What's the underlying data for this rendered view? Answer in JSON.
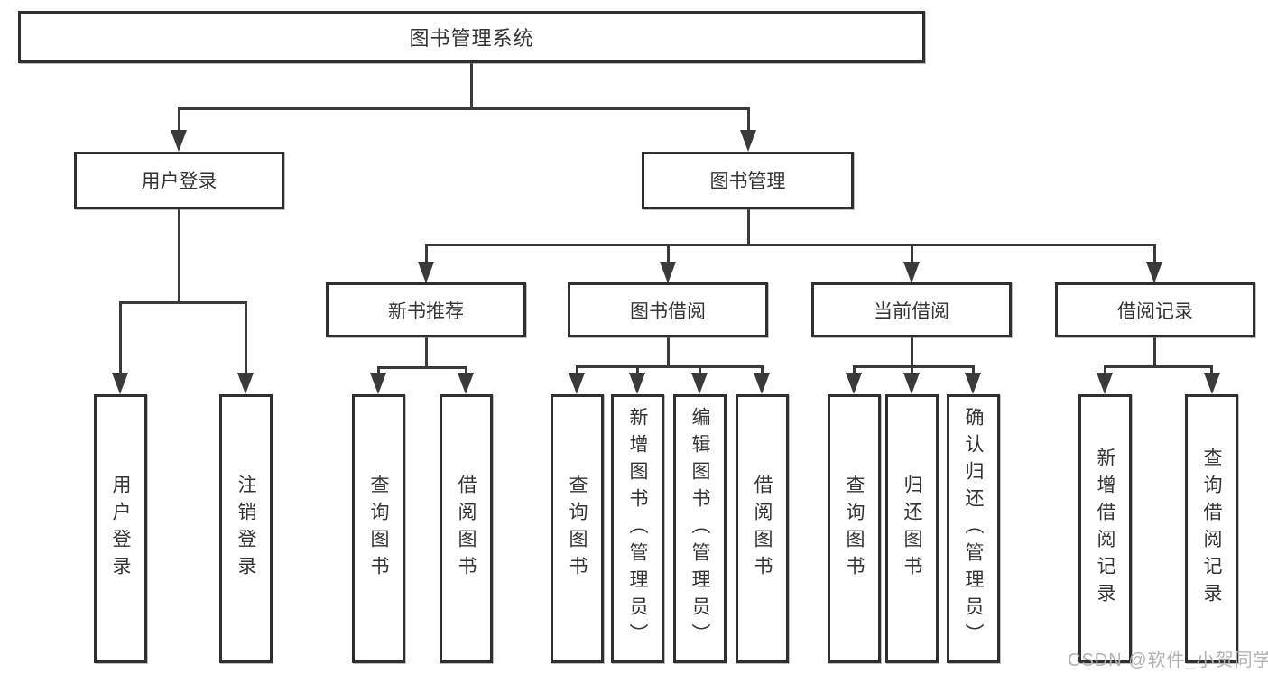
{
  "colors": {
    "background": "#ffffff",
    "line": "#3a3a3a",
    "box_border": "#2f2f2f",
    "text": "#333333",
    "watermark": "#b3b3b3"
  },
  "tree": {
    "root": {
      "label": "图书管理系统"
    },
    "branches": [
      {
        "label": "用户登录",
        "children": [
          {
            "label": "用户登录"
          },
          {
            "label": "注销登录"
          }
        ]
      },
      {
        "label": "图书管理",
        "children": [
          {
            "label": "新书推荐",
            "children": [
              {
                "label": "查询图书"
              },
              {
                "label": "借阅图书"
              }
            ]
          },
          {
            "label": "图书借阅",
            "children": [
              {
                "label": "查询图书"
              },
              {
                "label": "新增图书（管理员）"
              },
              {
                "label": "编辑图书（管理员）"
              },
              {
                "label": "借阅图书"
              }
            ]
          },
          {
            "label": "当前借阅",
            "children": [
              {
                "label": "查询图书"
              },
              {
                "label": "归还图书"
              },
              {
                "label": "确认归还（管理员）"
              }
            ]
          },
          {
            "label": "借阅记录",
            "children": [
              {
                "label": "新增借阅记录"
              },
              {
                "label": "查询借阅记录"
              }
            ]
          }
        ]
      }
    ]
  },
  "watermark": {
    "text": "CSDN @软件_小贺同学"
  }
}
